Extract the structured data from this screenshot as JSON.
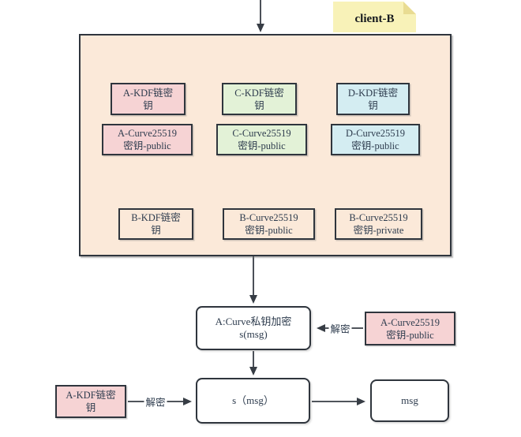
{
  "note": {
    "label": "client-B"
  },
  "client_box": {
    "row1": [
      {
        "line1": "A-KDF链密",
        "line2": "钥"
      },
      {
        "line1": "C-KDF链密",
        "line2": "钥"
      },
      {
        "line1": "D-KDF链密",
        "line2": "钥"
      }
    ],
    "row2": [
      {
        "line1": "A-Curve25519",
        "line2": "密钥-public"
      },
      {
        "line1": "C-Curve25519",
        "line2": "密钥-public"
      },
      {
        "line1": "D-Curve25519",
        "line2": "密钥-public"
      }
    ],
    "row3": [
      {
        "line1": "B-KDF链密",
        "line2": "钥"
      },
      {
        "line1": "B-Curve25519",
        "line2": "密钥-public"
      },
      {
        "line1": "B-Curve25519",
        "line2": "密钥-private"
      }
    ]
  },
  "flow": {
    "encrypt_box": {
      "line1": "A:Curve私钥加密",
      "line2": "s(msg)"
    },
    "a_curve_public_key_box": {
      "line1": "A-Curve25519",
      "line2": "密钥-public"
    },
    "decrypt_right_label": "解密",
    "s_msg_box": {
      "line1": "s（msg）"
    },
    "msg_box": {
      "line1": "msg"
    },
    "a_kdf_chain_key_box": {
      "line1": "A-KDF链密",
      "line2": "钥"
    },
    "decrypt_left_label": "解密"
  },
  "colors": {
    "container_fill": "#fbe9d9",
    "pink_fill": "#f6d3d4",
    "green_fill": "#e3f2d7",
    "cyan_fill": "#d4edf2",
    "note_fill": "#f8f2b8",
    "note_fold": "#e9dc92",
    "border": "#2f353d",
    "text": "#2e3c4e",
    "arrow": "#373d45"
  }
}
